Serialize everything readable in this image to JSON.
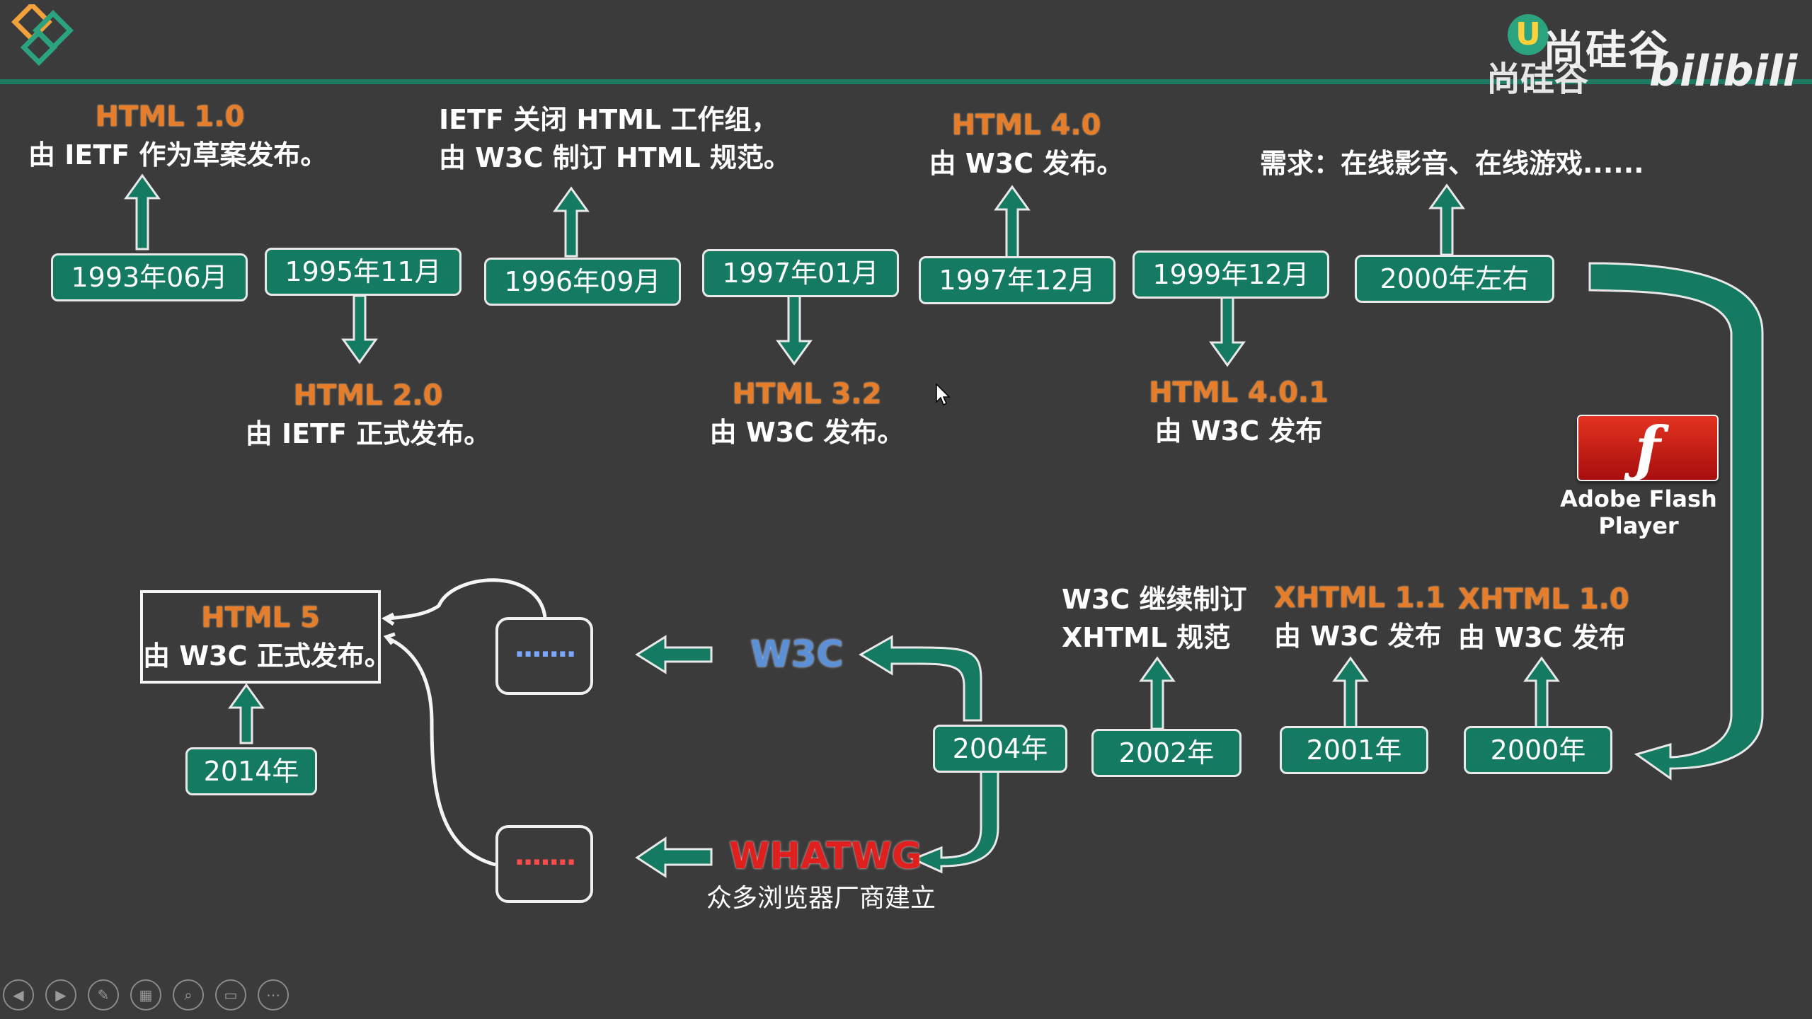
{
  "brand": {
    "name_top": "尚硅谷",
    "name_bottom": "尚硅谷",
    "site": "bilibili",
    "u_letter": "U"
  },
  "timeline_top": {
    "dates": [
      "1993年06月",
      "1995年11月",
      "1996年09月",
      "1997年01月",
      "1997年12月",
      "1999年12月",
      "2000年左右"
    ],
    "events": {
      "e1993_title": "HTML 1.0",
      "e1993_text": "由 IETF 作为草案发布。",
      "e1995_title": "HTML 2.0",
      "e1995_text": "由 IETF 正式发布。",
      "e1996_line1": "IETF 关闭 HTML 工作组，",
      "e1996_line2": "由 W3C 制订 HTML 规范。",
      "e1997a_title": "HTML 3.2",
      "e1997a_text": "由 W3C 发布。",
      "e1997b_title": "HTML 4.0",
      "e1997b_text": "由 W3C 发布。",
      "e1999_title": "HTML 4.0.1",
      "e1999_text": "由 W3C 发布",
      "e2000_text": "需求：在线影音、在线游戏......"
    }
  },
  "flash": {
    "label": "Adobe Flash Player",
    "icon": "flash-icon"
  },
  "timeline_bottom": {
    "dates": [
      "2000年",
      "2001年",
      "2002年",
      "2004年",
      "2014年"
    ],
    "events": {
      "x10_title": "XHTML 1.0",
      "x10_text": "由 W3C 发布",
      "x11_title": "XHTML 1.1",
      "x11_text": "由 W3C 发布",
      "x2002_line1": "W3C 继续制订",
      "x2002_line2": "XHTML 规范",
      "w3c": "W3C",
      "whatwg": "WHATWG",
      "whatwg_note": "众多浏览器厂商建立",
      "ellipsis_top": "·······",
      "ellipsis_bottom": "·······",
      "html5_title": "HTML 5",
      "html5_text": "由 W3C 正式发布。"
    }
  },
  "colors": {
    "background": "#3b3b3b",
    "accent": "#157a62",
    "orange": "#e67d2b",
    "w3c_blue": "#5b8fd6",
    "whatwg_red": "#e01f1f"
  },
  "toolbar_icons": [
    "prev-icon",
    "next-icon",
    "pen-icon",
    "slides-icon",
    "zoom-icon",
    "subtitle-icon",
    "more-icon"
  ]
}
